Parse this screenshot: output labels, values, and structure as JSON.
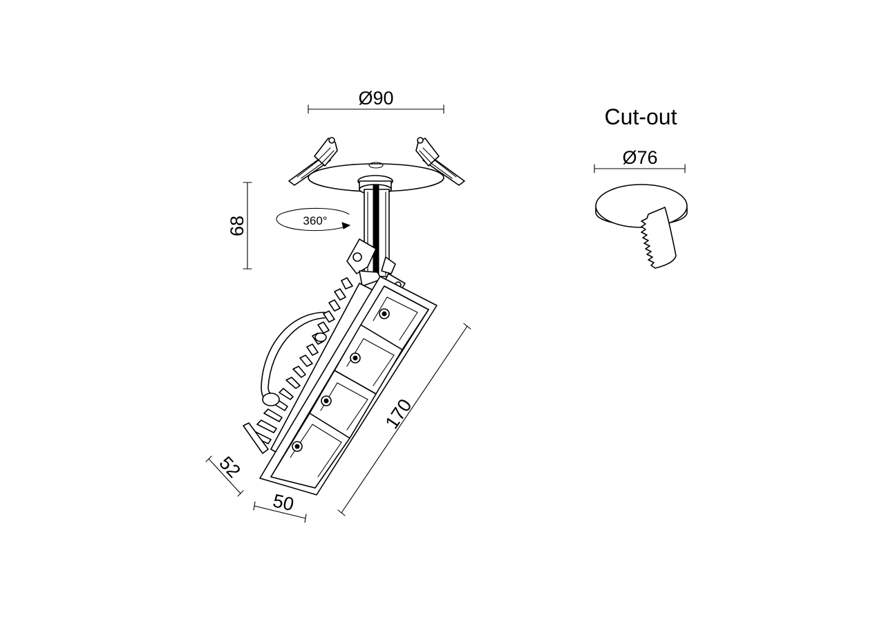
{
  "dimensions": {
    "diameter_fixture": "Ø90",
    "height": "68",
    "rotation": "360°",
    "length": "170",
    "depth": "52",
    "width": "50"
  },
  "cutout": {
    "title": "Cut-out",
    "diameter": "Ø76"
  },
  "colors": {
    "line": "#000000",
    "background": "#ffffff"
  }
}
